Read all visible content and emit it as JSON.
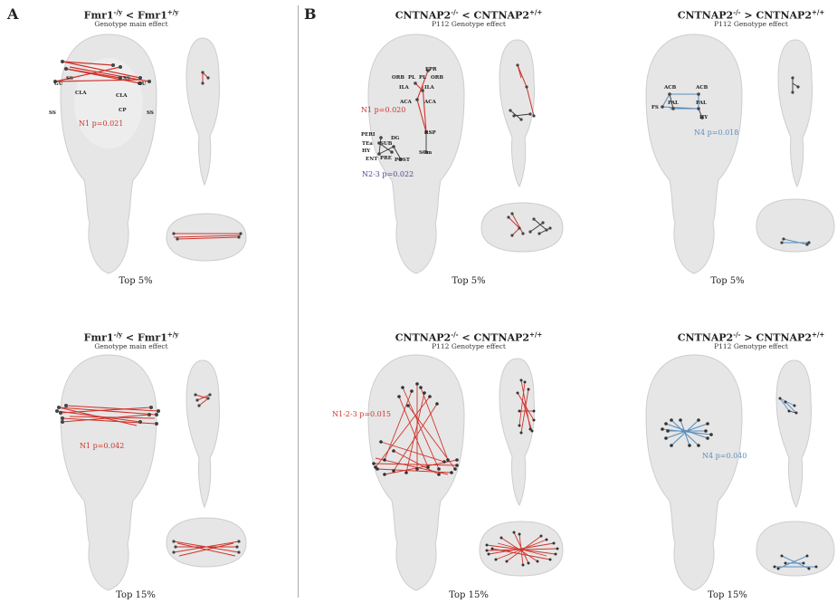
{
  "panels": {
    "a": {
      "letter": "A"
    },
    "b": {
      "letter": "B"
    }
  },
  "titles": {
    "fmr1_pre": "Fmr1",
    "fmr1_ko_sup": "-/y",
    "fmr1_lt": " < Fmr1",
    "fmr1_wt_sup": "+/y",
    "fmr1_sub": "Genotype main effect",
    "cnt_pre": "CNTNAP2",
    "cnt_ko_sup": "-/-",
    "cnt_lt": " < CNTNAP2",
    "cnt_gt": " > CNTNAP2",
    "cnt_wt_sup": "+/+",
    "cnt_sub": "P112 Genotype effect"
  },
  "captions": {
    "top5": "Top 5%",
    "top15": "Top 15%"
  },
  "stats": {
    "a_top5": "N1 p=0.021",
    "a_top15": "N1 p=0.042",
    "b1_top5_n1": "N1 p=0.020",
    "b1_top5_n23": "N2-3 p=0.022",
    "b1_top15": "N1-2-3 p=0.015",
    "b2_top5": "N4 p=0.018",
    "b2_top15": "N4 p=0.040"
  },
  "regions_a": [
    "GU",
    "SS",
    "SS",
    "GU",
    "CLA",
    "CLA",
    "CP",
    "SS",
    "SS"
  ],
  "regions_b1": [
    "FPR",
    "ORB",
    "PL",
    "PL",
    "ORB",
    "ILA",
    "ILA",
    "ACA",
    "ACA",
    "RSP",
    "SCm",
    "PERI",
    "TEa",
    "HY",
    "ENT",
    "SUB",
    "DG",
    "PRE",
    "POST"
  ],
  "regions_b2": [
    "ACB",
    "ACB",
    "PAL",
    "PAL",
    "FS",
    "HY"
  ],
  "colors": {
    "red": "#d0342c",
    "blue": "#5b8fc0",
    "navy": "#4d4a8a",
    "node": "#444444",
    "brain": "#e4e4e4",
    "brain_stroke": "#cfcfcf"
  }
}
